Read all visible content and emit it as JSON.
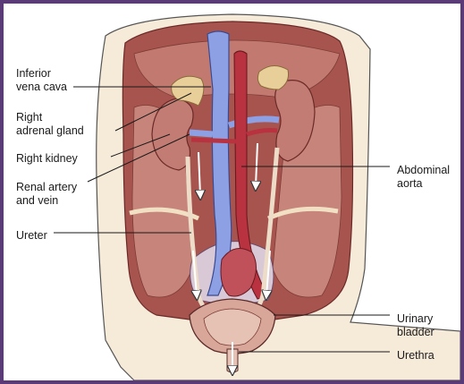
{
  "labels": {
    "ivc": [
      "Inferior",
      "vena cava"
    ],
    "adrenal": [
      "Right",
      "adrenal gland"
    ],
    "kidney": [
      "Right kidney"
    ],
    "renal": [
      "Renal artery",
      "and vein"
    ],
    "ureter": [
      "Ureter"
    ],
    "aorta": [
      "Abdominal",
      "aorta"
    ],
    "bladder": [
      "Urinary",
      "bladder"
    ],
    "urethra": [
      "Urethra"
    ]
  },
  "colors": {
    "frame": "#5b3a78",
    "skin": "#f6ead9",
    "cavity": "#a8544e",
    "muscle": "#c7847a",
    "kidney": "#c27c73",
    "adrenal": "#e8cf9a",
    "aorta": "#b8323f",
    "vena_cava": "#8da0e4",
    "ureter": "#ecdcc8",
    "bladder": "#d8a79a",
    "leader": "#1a1a1a"
  }
}
